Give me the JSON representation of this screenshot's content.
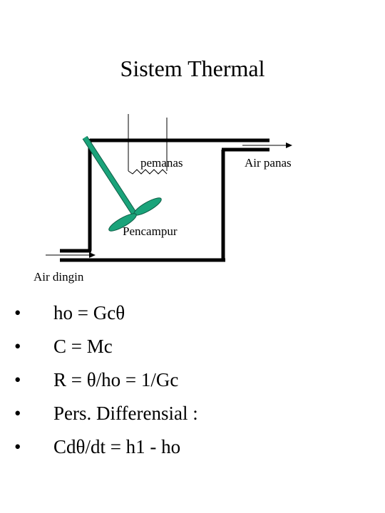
{
  "title": "Sistem Thermal",
  "diagram": {
    "heater_label": "pemanas",
    "outlet_label": "Air panas",
    "mixer_label": "Pencampur",
    "inlet_label": "Air dingin"
  },
  "colors": {
    "mixer": "#1aa37a",
    "mixer_stroke": "#0d5c44"
  },
  "bullet_symbol": "•",
  "equations": [
    "ho = Gcθ",
    "C = Mc",
    "R = θ/ho = 1/Gc",
    "Pers. Differensial :",
    "Cdθ/dt = h1 - ho"
  ]
}
